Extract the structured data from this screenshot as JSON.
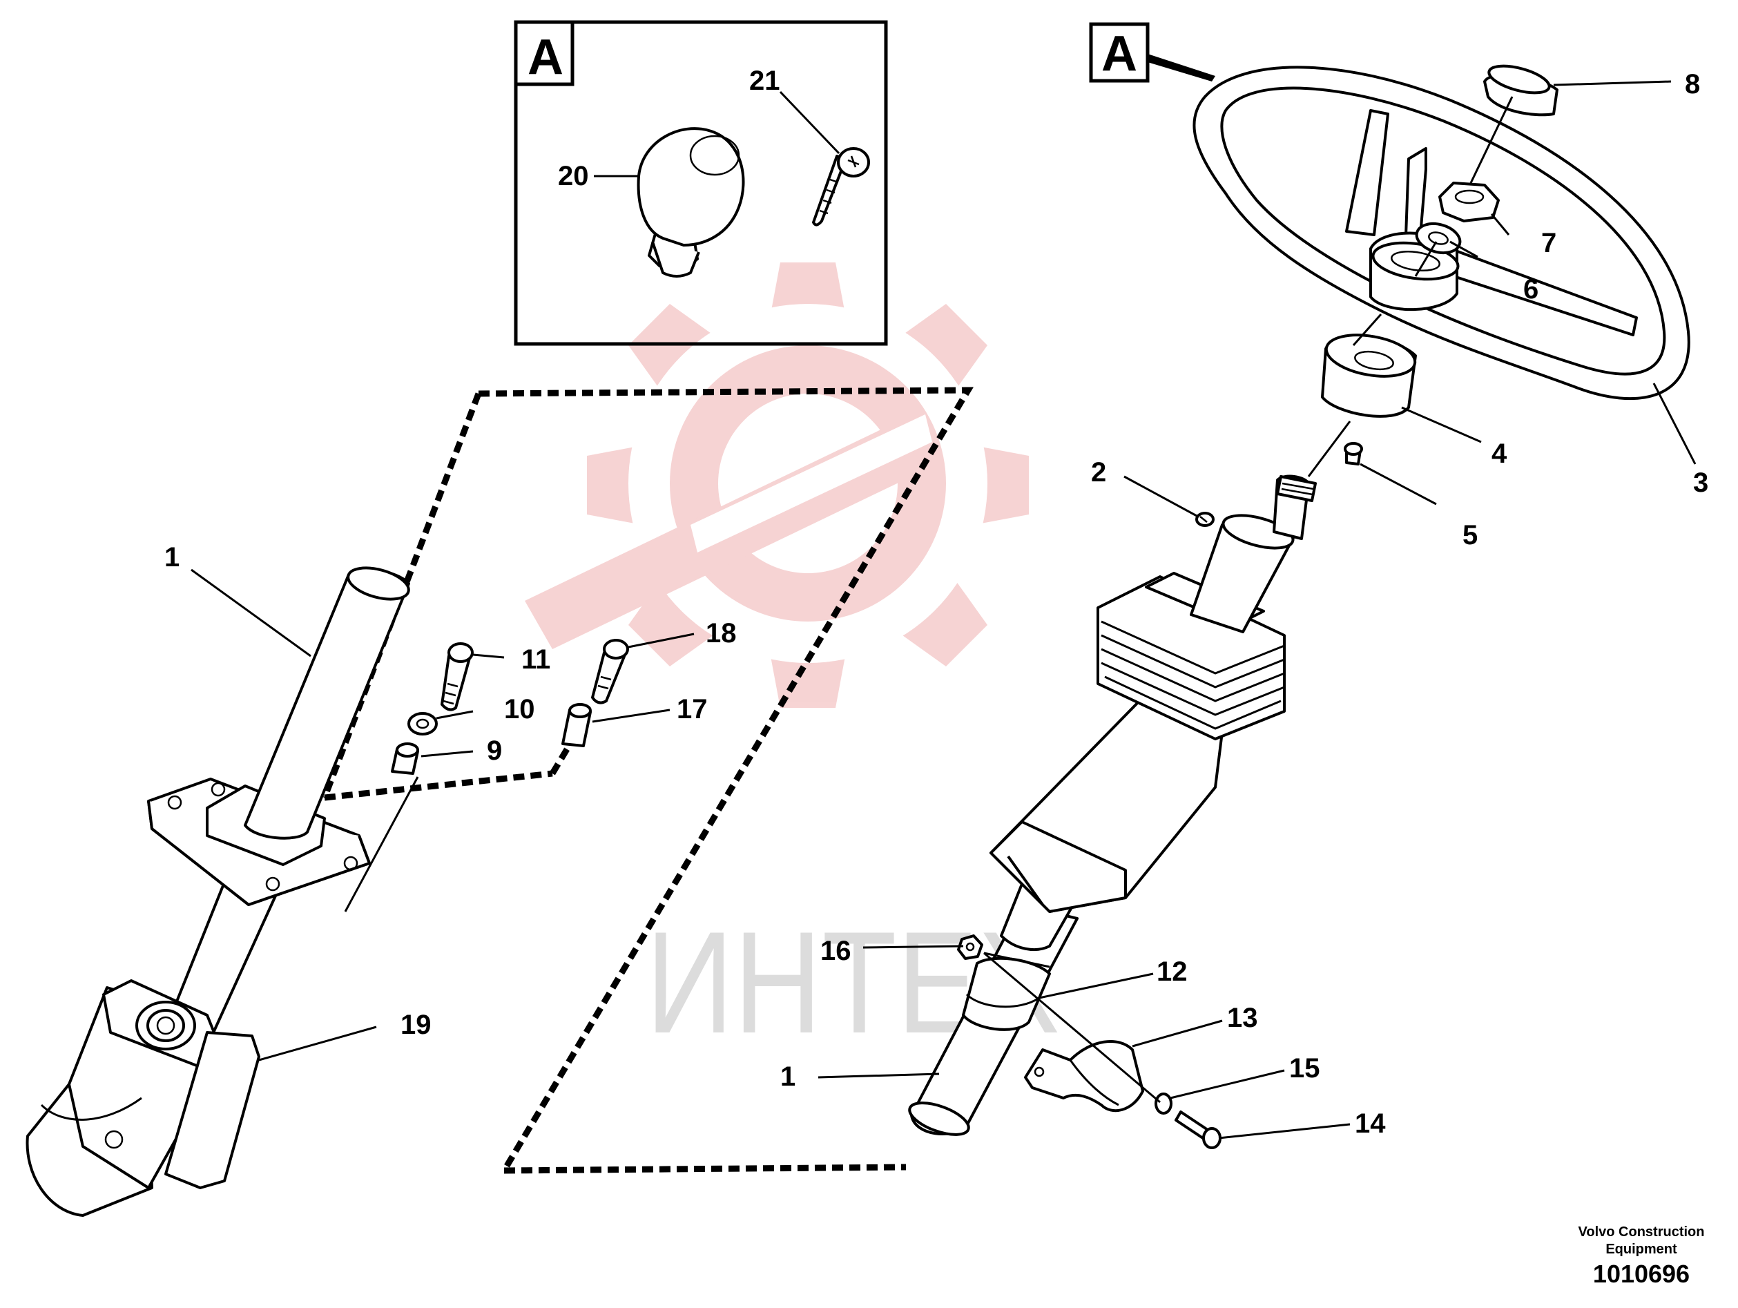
{
  "inset": {
    "letter": "A"
  },
  "view_marker": {
    "letter": "A"
  },
  "callouts": [
    {
      "id": "c1a",
      "text": "1"
    },
    {
      "id": "c1b",
      "text": "1"
    },
    {
      "id": "c2",
      "text": "2"
    },
    {
      "id": "c3",
      "text": "3"
    },
    {
      "id": "c4",
      "text": "4"
    },
    {
      "id": "c5",
      "text": "5"
    },
    {
      "id": "c6",
      "text": "6"
    },
    {
      "id": "c7",
      "text": "7"
    },
    {
      "id": "c8",
      "text": "8"
    },
    {
      "id": "c9",
      "text": "9"
    },
    {
      "id": "c10",
      "text": "10"
    },
    {
      "id": "c11",
      "text": "11"
    },
    {
      "id": "c12",
      "text": "12"
    },
    {
      "id": "c13",
      "text": "13"
    },
    {
      "id": "c14",
      "text": "14"
    },
    {
      "id": "c15",
      "text": "15"
    },
    {
      "id": "c16",
      "text": "16"
    },
    {
      "id": "c17",
      "text": "17"
    },
    {
      "id": "c18",
      "text": "18"
    },
    {
      "id": "c19",
      "text": "19"
    },
    {
      "id": "c20",
      "text": "20"
    },
    {
      "id": "c21",
      "text": "21"
    }
  ],
  "credit": {
    "line1": "Volvo Construction",
    "line2": "Equipment",
    "number": "1010696"
  },
  "watermark": {
    "text": "ИНТЕХ",
    "color": "#f4c7c7"
  }
}
